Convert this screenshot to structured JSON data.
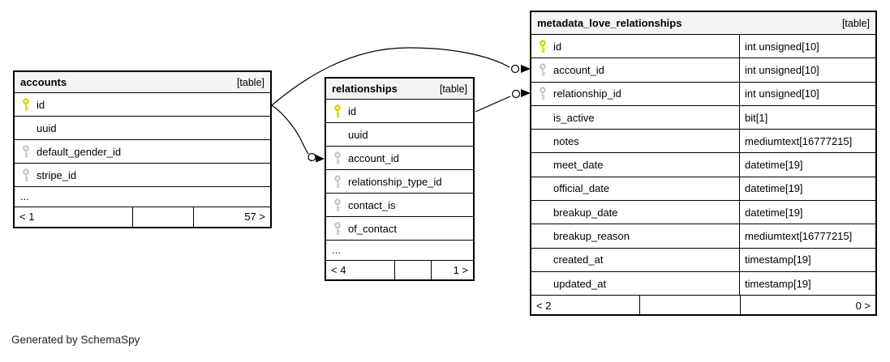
{
  "page": {
    "generator_note": "Generated by SchemaSpy"
  },
  "colors": {
    "primary_key": "#d6d600",
    "foreign_key": "#c9c9c9",
    "header_bg": "#f4f4f4",
    "border": "#000000"
  },
  "tables": [
    {
      "name": "accounts",
      "tag": "[table]",
      "has_types": false,
      "columns": [
        {
          "name": "id",
          "key": "primary",
          "type": ""
        },
        {
          "name": "uuid",
          "key": "none",
          "type": ""
        },
        {
          "name": "default_gender_id",
          "key": "foreign",
          "type": ""
        },
        {
          "name": "stripe_id",
          "key": "foreign",
          "type": ""
        },
        {
          "name": "...",
          "key": "ellipsis",
          "type": ""
        }
      ],
      "footer": {
        "left": "< 1",
        "middle": "",
        "right": "57 >"
      }
    },
    {
      "name": "relationships",
      "tag": "[table]",
      "has_types": false,
      "columns": [
        {
          "name": "id",
          "key": "primary",
          "type": ""
        },
        {
          "name": "uuid",
          "key": "none",
          "type": ""
        },
        {
          "name": "account_id",
          "key": "foreign",
          "type": ""
        },
        {
          "name": "relationship_type_id",
          "key": "foreign",
          "type": ""
        },
        {
          "name": "contact_is",
          "key": "foreign",
          "type": ""
        },
        {
          "name": "of_contact",
          "key": "foreign",
          "type": ""
        },
        {
          "name": "...",
          "key": "ellipsis",
          "type": ""
        }
      ],
      "footer": {
        "left": "< 4",
        "middle": "",
        "right": "1 >"
      }
    },
    {
      "name": "metadata_love_relationships",
      "tag": "[table]",
      "has_types": true,
      "columns": [
        {
          "name": "id",
          "key": "primary",
          "type": "int unsigned[10]"
        },
        {
          "name": "account_id",
          "key": "foreign",
          "type": "int unsigned[10]"
        },
        {
          "name": "relationship_id",
          "key": "foreign",
          "type": "int unsigned[10]"
        },
        {
          "name": "is_active",
          "key": "none",
          "type": "bit[1]"
        },
        {
          "name": "notes",
          "key": "none",
          "type": "mediumtext[16777215]"
        },
        {
          "name": "meet_date",
          "key": "none",
          "type": "datetime[19]"
        },
        {
          "name": "official_date",
          "key": "none",
          "type": "datetime[19]"
        },
        {
          "name": "breakup_date",
          "key": "none",
          "type": "datetime[19]"
        },
        {
          "name": "breakup_reason",
          "key": "none",
          "type": "mediumtext[16777215]"
        },
        {
          "name": "created_at",
          "key": "none",
          "type": "timestamp[19]"
        },
        {
          "name": "updated_at",
          "key": "none",
          "type": "timestamp[19]"
        }
      ],
      "footer": {
        "left": "< 2",
        "middle": "",
        "right": "0 >"
      }
    }
  ],
  "relations": [
    {
      "from": "accounts.id",
      "to": "relationships.account_id"
    },
    {
      "from": "accounts.id",
      "to": "metadata_love_relationships.account_id"
    },
    {
      "from": "relationships.id",
      "to": "metadata_love_relationships.relationship_id"
    }
  ]
}
